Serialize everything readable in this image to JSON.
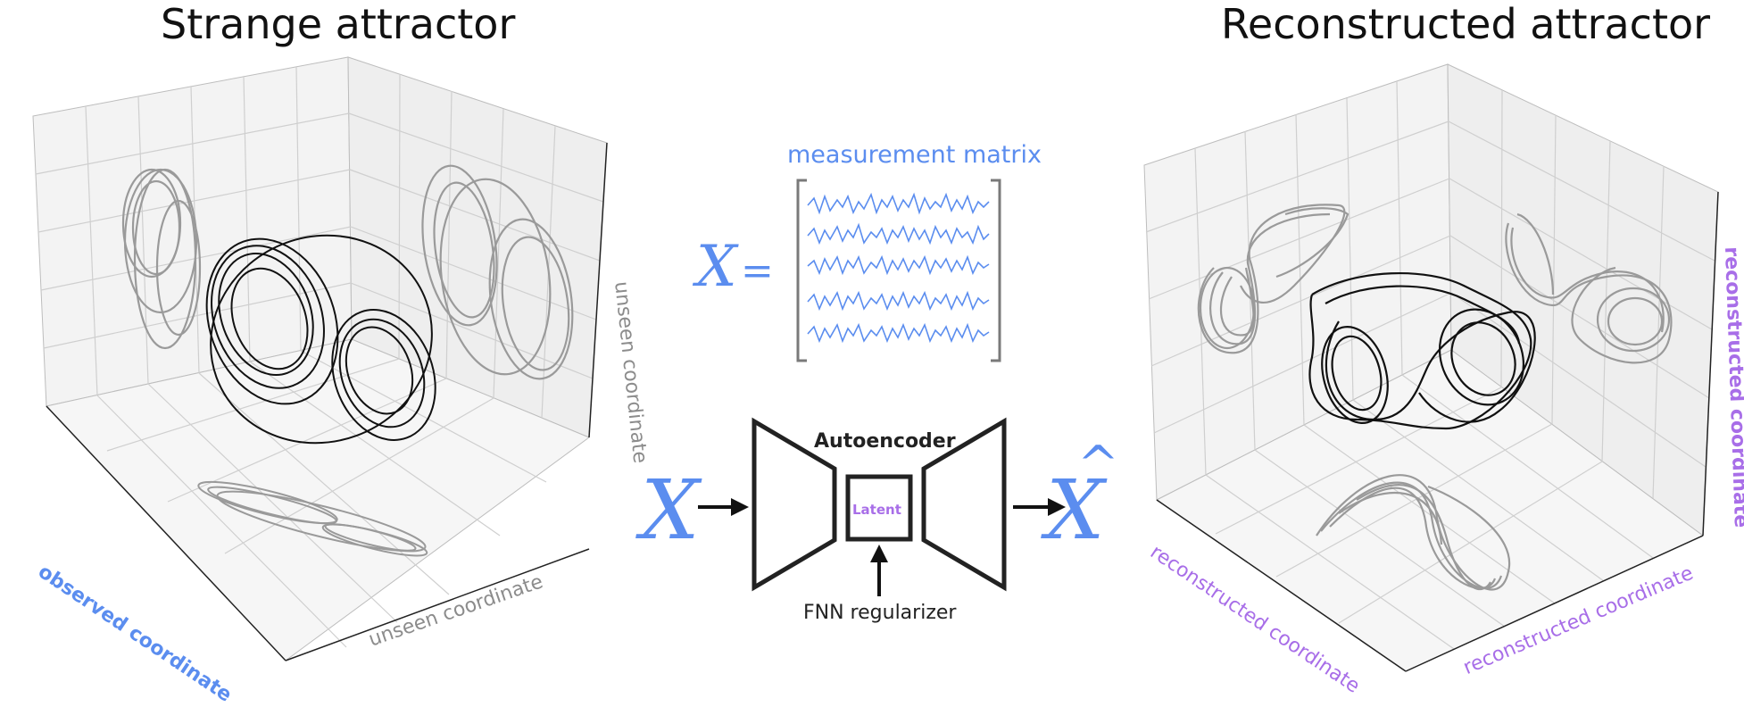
{
  "titles": {
    "left": "Strange attractor",
    "right": "Reconstructed attractor"
  },
  "left_axes": {
    "x_label": "observed coordinate",
    "y_label": "unseen coordinate",
    "z_label": "unseen coordinate"
  },
  "right_axes": {
    "x_label": "reconstructed coordinate",
    "y_label": "reconstructed coordinate",
    "z_label": "reconstructed coordinate"
  },
  "middle": {
    "matrix_title": "measurement matrix",
    "matrix_symbol": "X",
    "equals": "=",
    "input_symbol": "X",
    "output_symbol": "X",
    "output_hat": "^",
    "autoencoder_label": "Autoencoder",
    "latent_label": "Latent",
    "regularizer_label": "FNN regularizer"
  },
  "colors": {
    "accent_blue": "#5b8def",
    "accent_purple": "#a86ee8",
    "trajectory": "#111111",
    "projection": "#9a9a9a",
    "grid": "#d2d2d2",
    "pane": "#f4f4f4"
  }
}
